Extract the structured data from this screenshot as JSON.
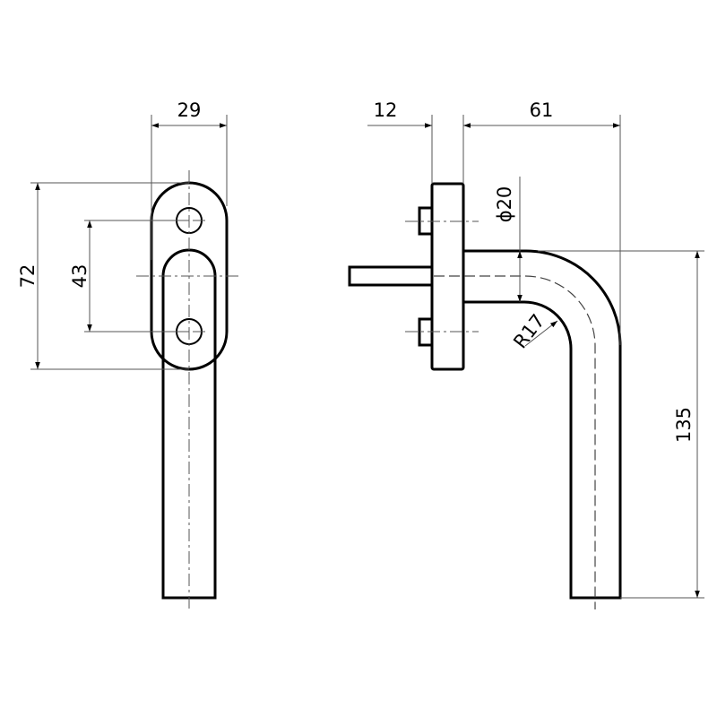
{
  "drawing": {
    "title": "Window handle technical drawing",
    "dimensions": {
      "width_front": "29",
      "height_rose": "72",
      "hole_spacing": "43",
      "rose_thickness": "12",
      "projection": "61",
      "tube_diameter": "ϕ20",
      "bend_radius": "R17",
      "handle_length": "135"
    },
    "colors": {
      "line": "#000000",
      "aux": "#555555",
      "background": "#ffffff"
    }
  }
}
